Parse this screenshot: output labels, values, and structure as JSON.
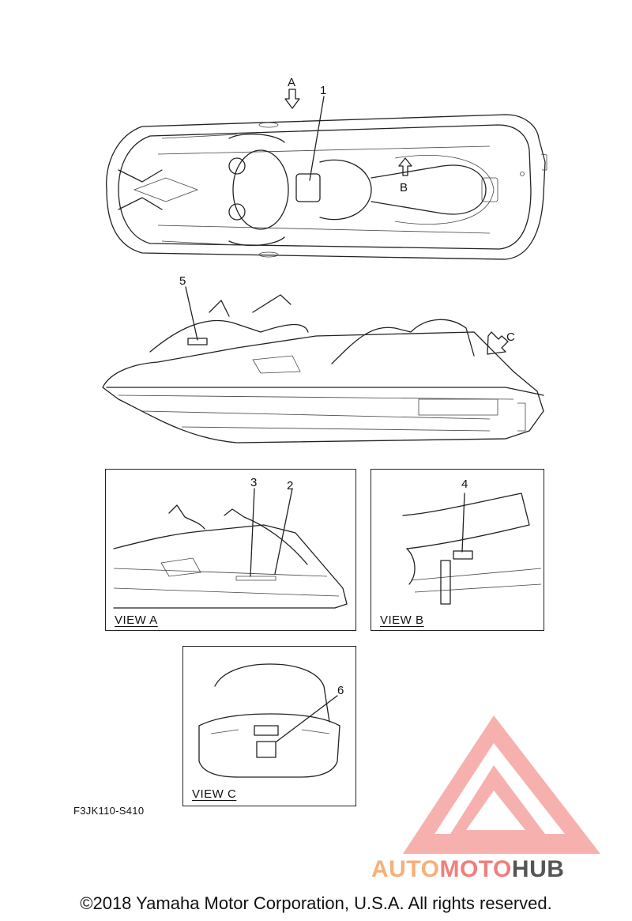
{
  "callouts": {
    "c1": "1",
    "c2": "2",
    "c3": "3",
    "c4": "4",
    "c5": "5",
    "c6": "6",
    "arrow_a": "A",
    "arrow_b": "B",
    "arrow_c": "C"
  },
  "views": {
    "view_a": "VIEW A",
    "view_b": "VIEW B",
    "view_c": "VIEW C"
  },
  "figure_code": "F3JK110-S410",
  "copyright": "©2018 Yamaha Motor Corporation, U.S.A. All rights reserved.",
  "watermark": {
    "part1": "AUTO",
    "part2": "MOTO",
    "part3": "HUB",
    "colors": {
      "auto": "#f5b07b",
      "moto": "#ef7f7d",
      "hub": "#555555",
      "triangle": "#ef8a88"
    }
  }
}
